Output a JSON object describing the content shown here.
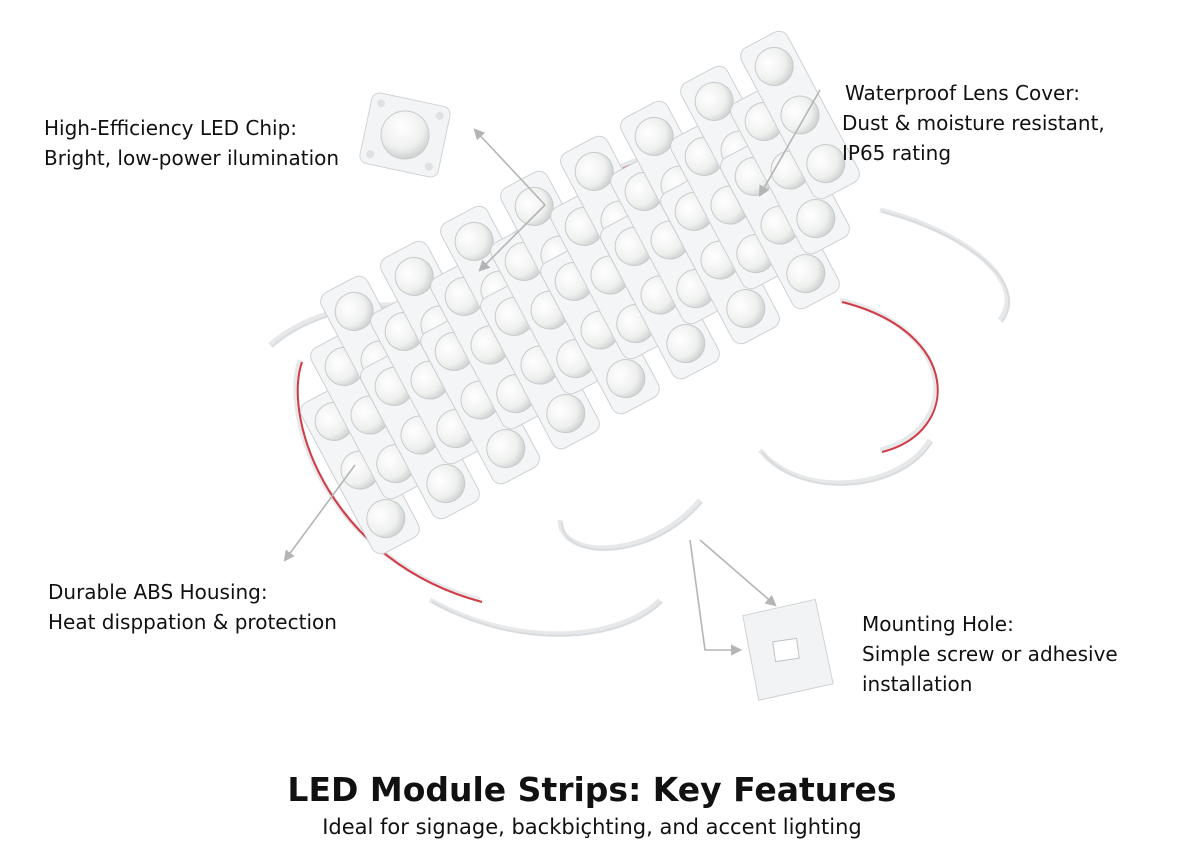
{
  "callouts": {
    "chip": {
      "title": "High-Efficiency LED Chip:",
      "lines": [
        "Bright, low-power ilumination"
      ]
    },
    "lens": {
      "title": "Waterproof Lens Cover:",
      "lines": [
        "Dust & moisture resistant,",
        "IP65 rating"
      ]
    },
    "housing": {
      "title": "Durable ABS Housing:",
      "lines": [
        "Heat disppation & protection"
      ]
    },
    "mount": {
      "title": "Mounting Hole:",
      "lines": [
        "Simple screw or adhesive",
        "installation"
      ]
    }
  },
  "footer": {
    "title": "LED Module Strips: Key Features",
    "subtitle": "Ideal for signage, backbiçhting, and accent lighting"
  },
  "colors": {
    "wire_red": "#d23a45",
    "arrow": "#b5b5b5",
    "module": "#f4f5f6"
  }
}
